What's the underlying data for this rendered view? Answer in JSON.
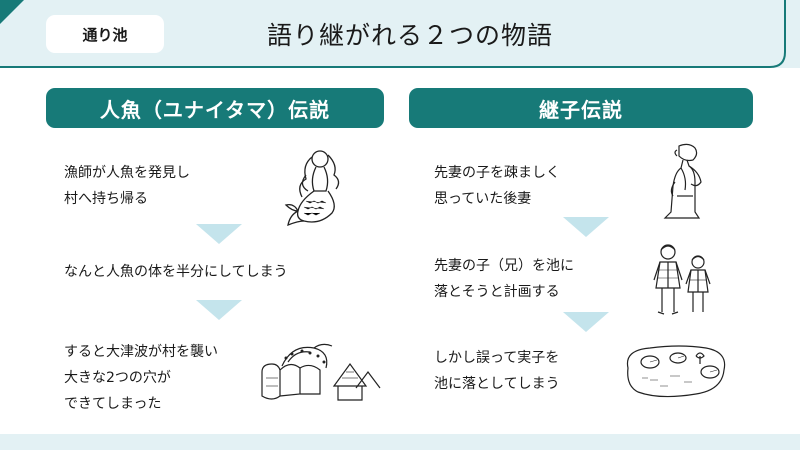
{
  "header": {
    "tag": "通り池",
    "title": "語り継がれる２つの物語"
  },
  "colors": {
    "accent": "#177a78",
    "banner": "#e3f1f4",
    "arrow": "#c4e4ec"
  },
  "left_story": {
    "title": "人魚（ユナイタマ）伝説",
    "steps": [
      {
        "text": "漁師が人魚を発見し\n村へ持ち帰る",
        "icon": "mermaid-icon"
      },
      {
        "text": "なんと人魚の体を半分にしてしまう",
        "icon": ""
      },
      {
        "text": "すると大津波が村を襲い\n大きな2つの穴が\nできてしまった",
        "icon": "tsunami-village-icon"
      }
    ]
  },
  "right_story": {
    "title": "継子伝説",
    "steps": [
      {
        "text": "先妻の子を疎ましく\n思っていた後妻",
        "icon": "stepmother-icon"
      },
      {
        "text": "先妻の子（兄）を池に\n落とそうと計画する",
        "icon": "two-children-icon"
      },
      {
        "text": "しかし誤って実子を\n池に落としてしまう",
        "icon": "pond-icon"
      }
    ]
  }
}
